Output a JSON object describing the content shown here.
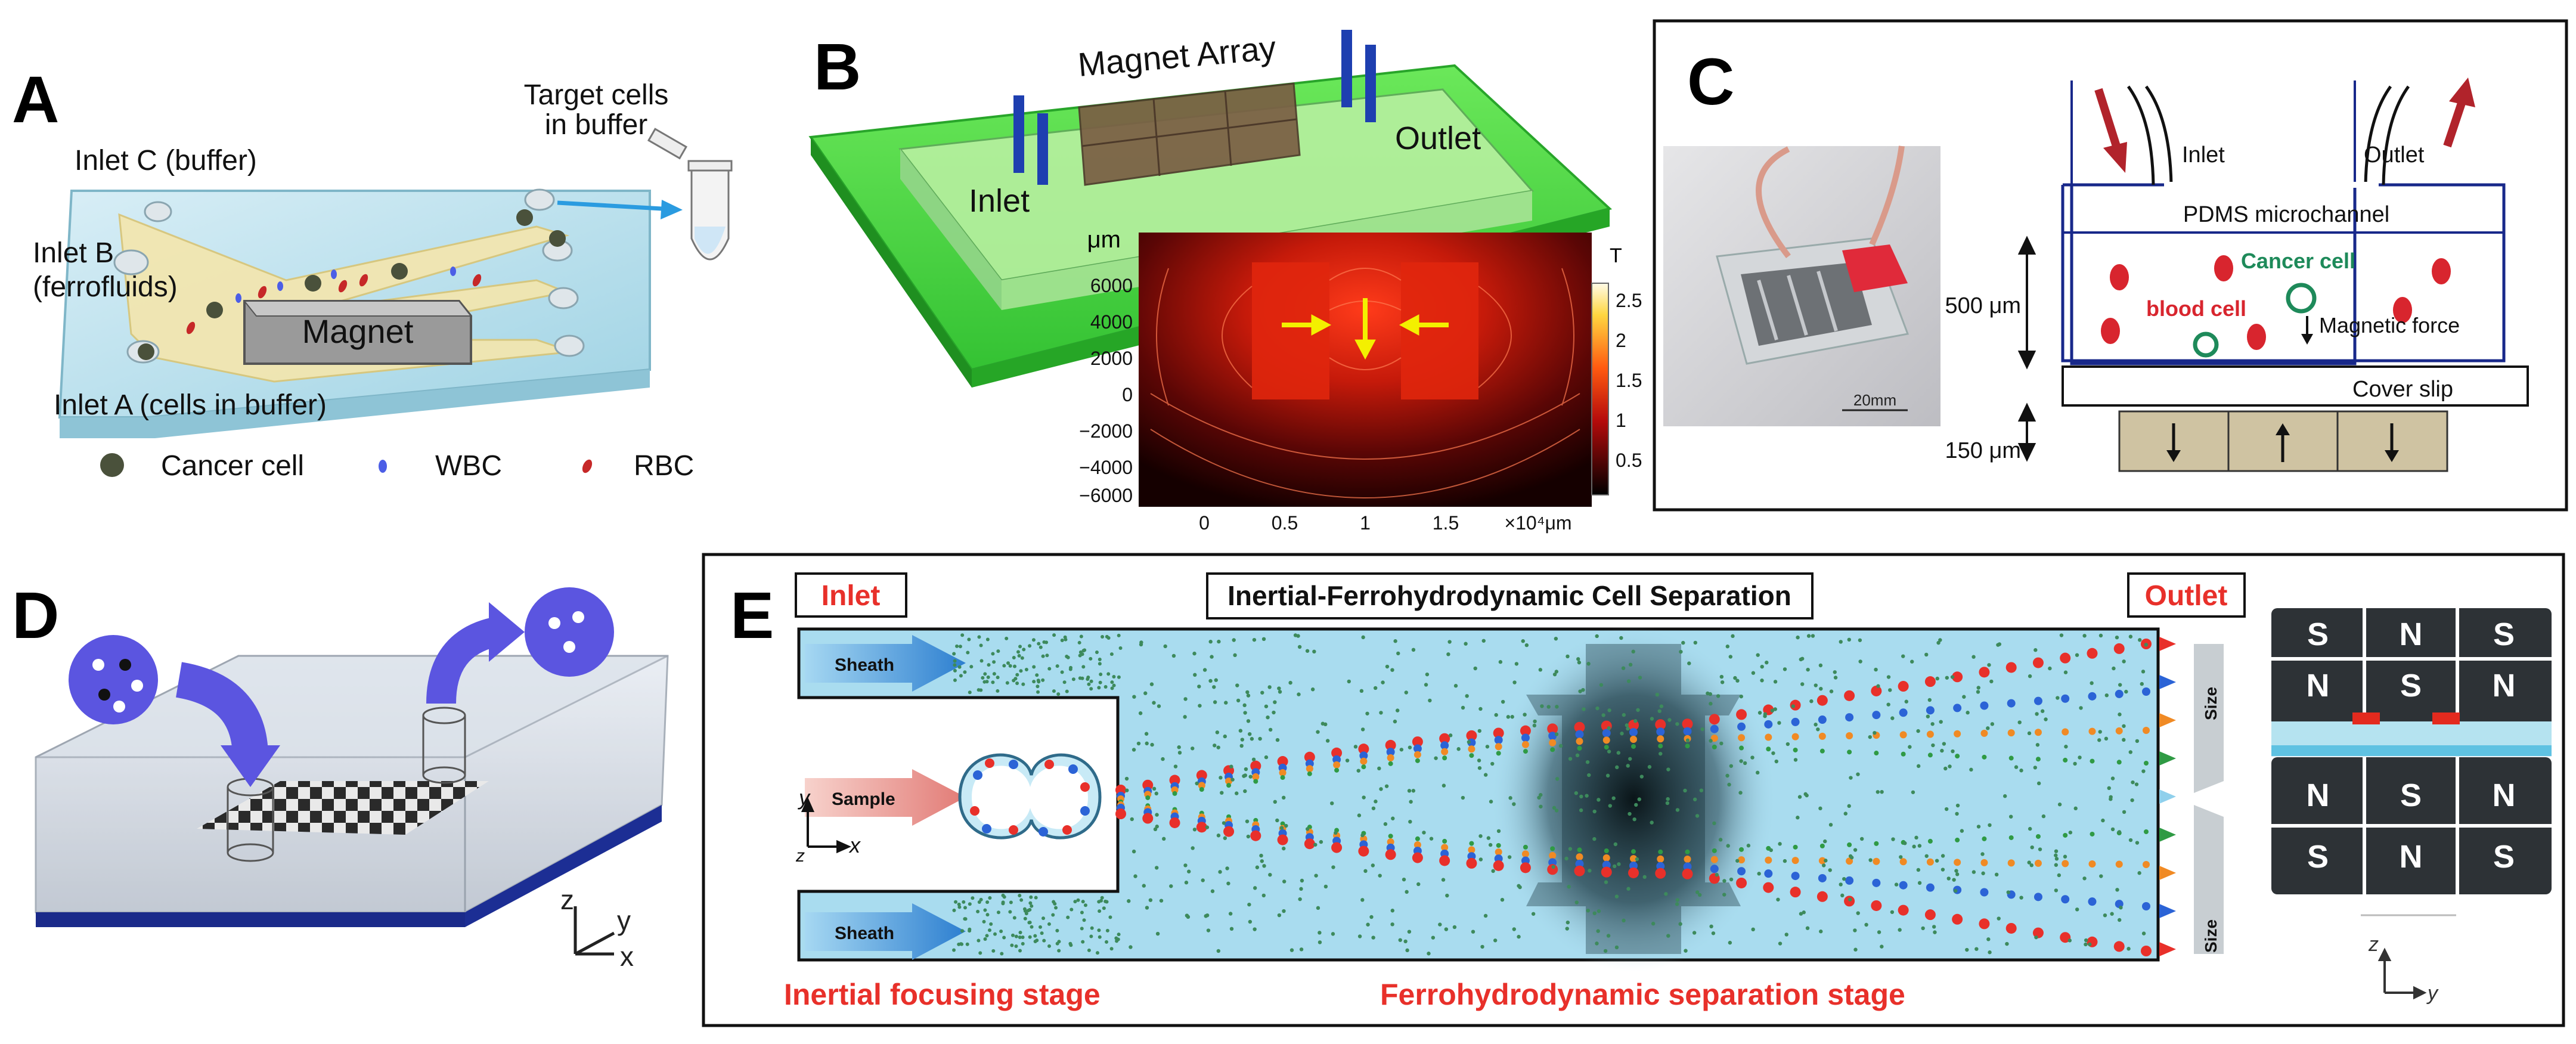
{
  "panels": {
    "A": {
      "letter": "A",
      "target_label_1": "Target cells",
      "target_label_2": "in buffer",
      "inlet_c": "Inlet C (buffer)",
      "inlet_b_1": "Inlet B",
      "inlet_b_2": "(ferrofluids)",
      "inlet_a": "Inlet A (cells in buffer)",
      "magnet": "Magnet",
      "legend": [
        "Cancer cell",
        "WBC",
        "RBC"
      ]
    },
    "B": {
      "letter": "B",
      "magnet_array": "Magnet Array",
      "inlet": "Inlet",
      "outlet": "Outlet",
      "y_unit": "μm",
      "y_ticks": [
        "6000",
        "4000",
        "2000",
        "0",
        "−2000",
        "−4000",
        "−6000"
      ],
      "x_ticks": [
        "0",
        "0.5",
        "1",
        "1.5"
      ],
      "x_unit": "×10⁴μm",
      "colorbar_unit": "T",
      "colorbar_ticks": [
        "2.5",
        "2",
        "1.5",
        "1",
        "0.5"
      ]
    },
    "C": {
      "letter": "C",
      "inlet": "Inlet",
      "outlet": "Outlet",
      "pdms": "PDMS microchannel",
      "cancer_cell": "Cancer cell",
      "blood_cell": "blood cell",
      "magnetic_force": "Magnetic force",
      "cover_slip": "Cover slip",
      "dim_500": "500 μm",
      "dim_150": "150 μm",
      "scale": "20mm"
    },
    "D": {
      "letter": "D",
      "axis_z": "z",
      "axis_y": "y",
      "axis_x": "x"
    },
    "E": {
      "letter": "E",
      "title": "Inertial-Ferrohydrodynamic Cell Separation",
      "inlet": "Inlet",
      "outlet": "Outlet",
      "sheath": "Sheath",
      "sample": "Sample",
      "size": "Size",
      "stage_1": "Inertial focusing stage",
      "stage_2": "Ferrohydrodynamic  separation stage",
      "axis_y": "y",
      "axis_x": "x",
      "axis_z": "z",
      "magnet_top": [
        "S",
        "N",
        "S"
      ],
      "magnet_top2": [
        "N",
        "S",
        "N"
      ],
      "magnet_bot": [
        "N",
        "S",
        "N"
      ],
      "magnet_bot2": [
        "S",
        "N",
        "S"
      ]
    }
  },
  "colors": {
    "red": "#e8302a",
    "blue": "#2b63d6",
    "orange": "#f08a24",
    "green": "#2f9a44",
    "channel": "#a9dcef",
    "panelC_cell": "#d8252e"
  }
}
